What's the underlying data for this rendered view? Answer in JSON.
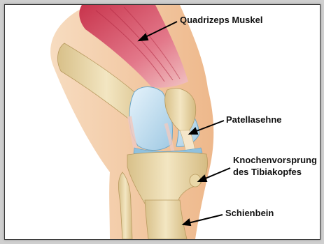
{
  "labels": {
    "quadriceps": "Quadrizeps Muskel",
    "patellar_tendon": "Patellasehne",
    "tibial_tuberosity_line1": "Knochenvorsprung",
    "tibial_tuberosity_line2": "des Tibiakopfes",
    "tibia": "Schienbein"
  },
  "colors": {
    "skin": "#f3c9a0",
    "bone": "#e9d7a7",
    "muscle": "#d9546a",
    "cartilage": "#b9dbee",
    "tendon": "#f2e2c4",
    "frame_border": "#3a3a3a",
    "text": "#111111"
  }
}
